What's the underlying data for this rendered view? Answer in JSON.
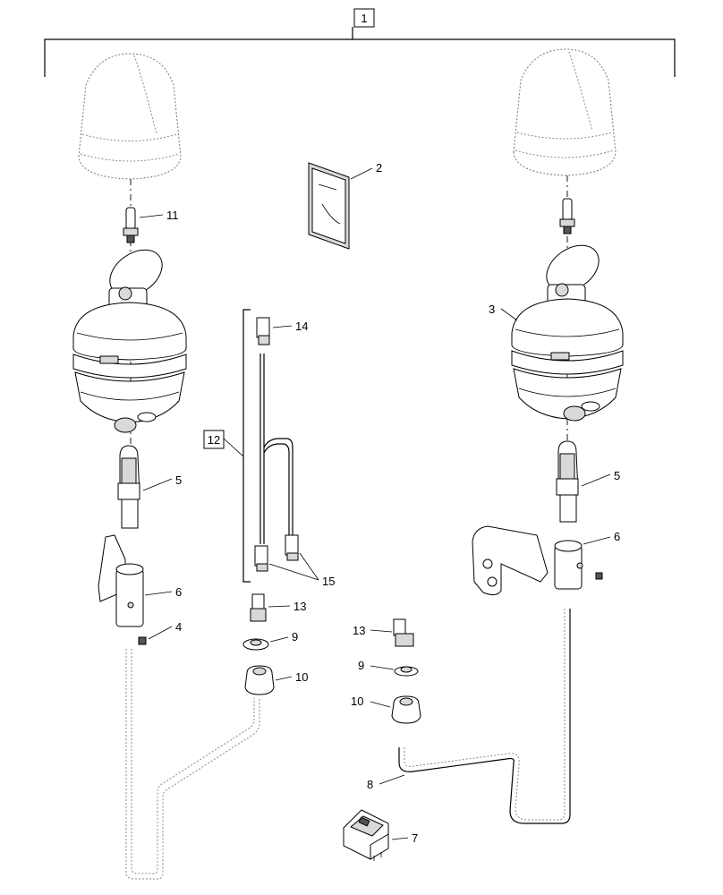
{
  "callouts": {
    "c1": "1",
    "c2": "2",
    "c3": "3",
    "c4": "4",
    "c5a": "5",
    "c5b": "5",
    "c6a": "6",
    "c6b": "6",
    "c7": "7",
    "c8": "8",
    "c9a": "9",
    "c9b": "9",
    "c10a": "10",
    "c10b": "10",
    "c11": "11",
    "c12": "12",
    "c13a": "13",
    "c13b": "13",
    "c14": "14",
    "c15": "15"
  }
}
